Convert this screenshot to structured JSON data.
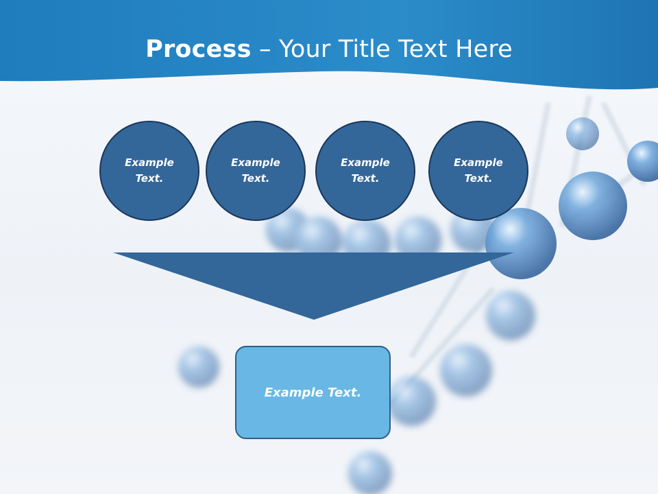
{
  "slide": {
    "title_bold": "Process",
    "title_rest": " – Your Title Text Here",
    "process_steps": [
      "Example Text.",
      "Example Text.",
      "Example Text.",
      "Example Text."
    ],
    "result_text": "Example Text."
  },
  "colors": {
    "header_blue": "#2a8ac9",
    "circle_fill": "#336699",
    "arrow_fill": "#336699",
    "result_fill": "#68b7e4"
  }
}
